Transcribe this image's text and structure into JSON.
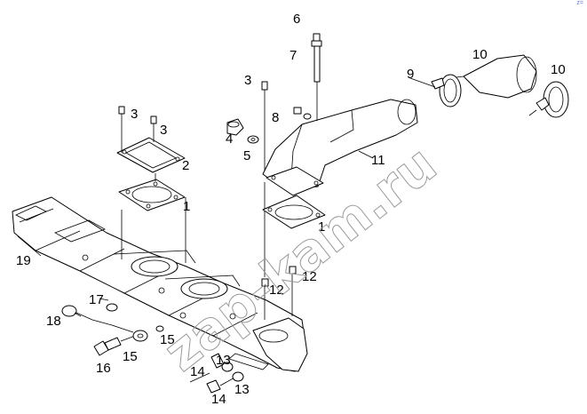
{
  "diagram": {
    "watermark": "zap-kam.ru",
    "corner_mark": "z=",
    "callouts": [
      {
        "id": "c1a",
        "text": "1"
      },
      {
        "id": "c1b",
        "text": "1"
      },
      {
        "id": "c2",
        "text": "2"
      },
      {
        "id": "c3a",
        "text": "3"
      },
      {
        "id": "c3b",
        "text": "3"
      },
      {
        "id": "c3c",
        "text": "3"
      },
      {
        "id": "c4",
        "text": "4"
      },
      {
        "id": "c5",
        "text": "5"
      },
      {
        "id": "c6",
        "text": "6"
      },
      {
        "id": "c7",
        "text": "7"
      },
      {
        "id": "c8",
        "text": "8"
      },
      {
        "id": "c9",
        "text": "9"
      },
      {
        "id": "c10a",
        "text": "10"
      },
      {
        "id": "c10b",
        "text": "10"
      },
      {
        "id": "c11",
        "text": "11"
      },
      {
        "id": "c12a",
        "text": "12"
      },
      {
        "id": "c12b",
        "text": "12"
      },
      {
        "id": "c13a",
        "text": "13"
      },
      {
        "id": "c13b",
        "text": "13"
      },
      {
        "id": "c14a",
        "text": "14"
      },
      {
        "id": "c14b",
        "text": "14"
      },
      {
        "id": "c15a",
        "text": "15"
      },
      {
        "id": "c15b",
        "text": "15"
      },
      {
        "id": "c16",
        "text": "16"
      },
      {
        "id": "c17",
        "text": "17"
      },
      {
        "id": "c18",
        "text": "18"
      },
      {
        "id": "c19",
        "text": "19"
      }
    ]
  }
}
